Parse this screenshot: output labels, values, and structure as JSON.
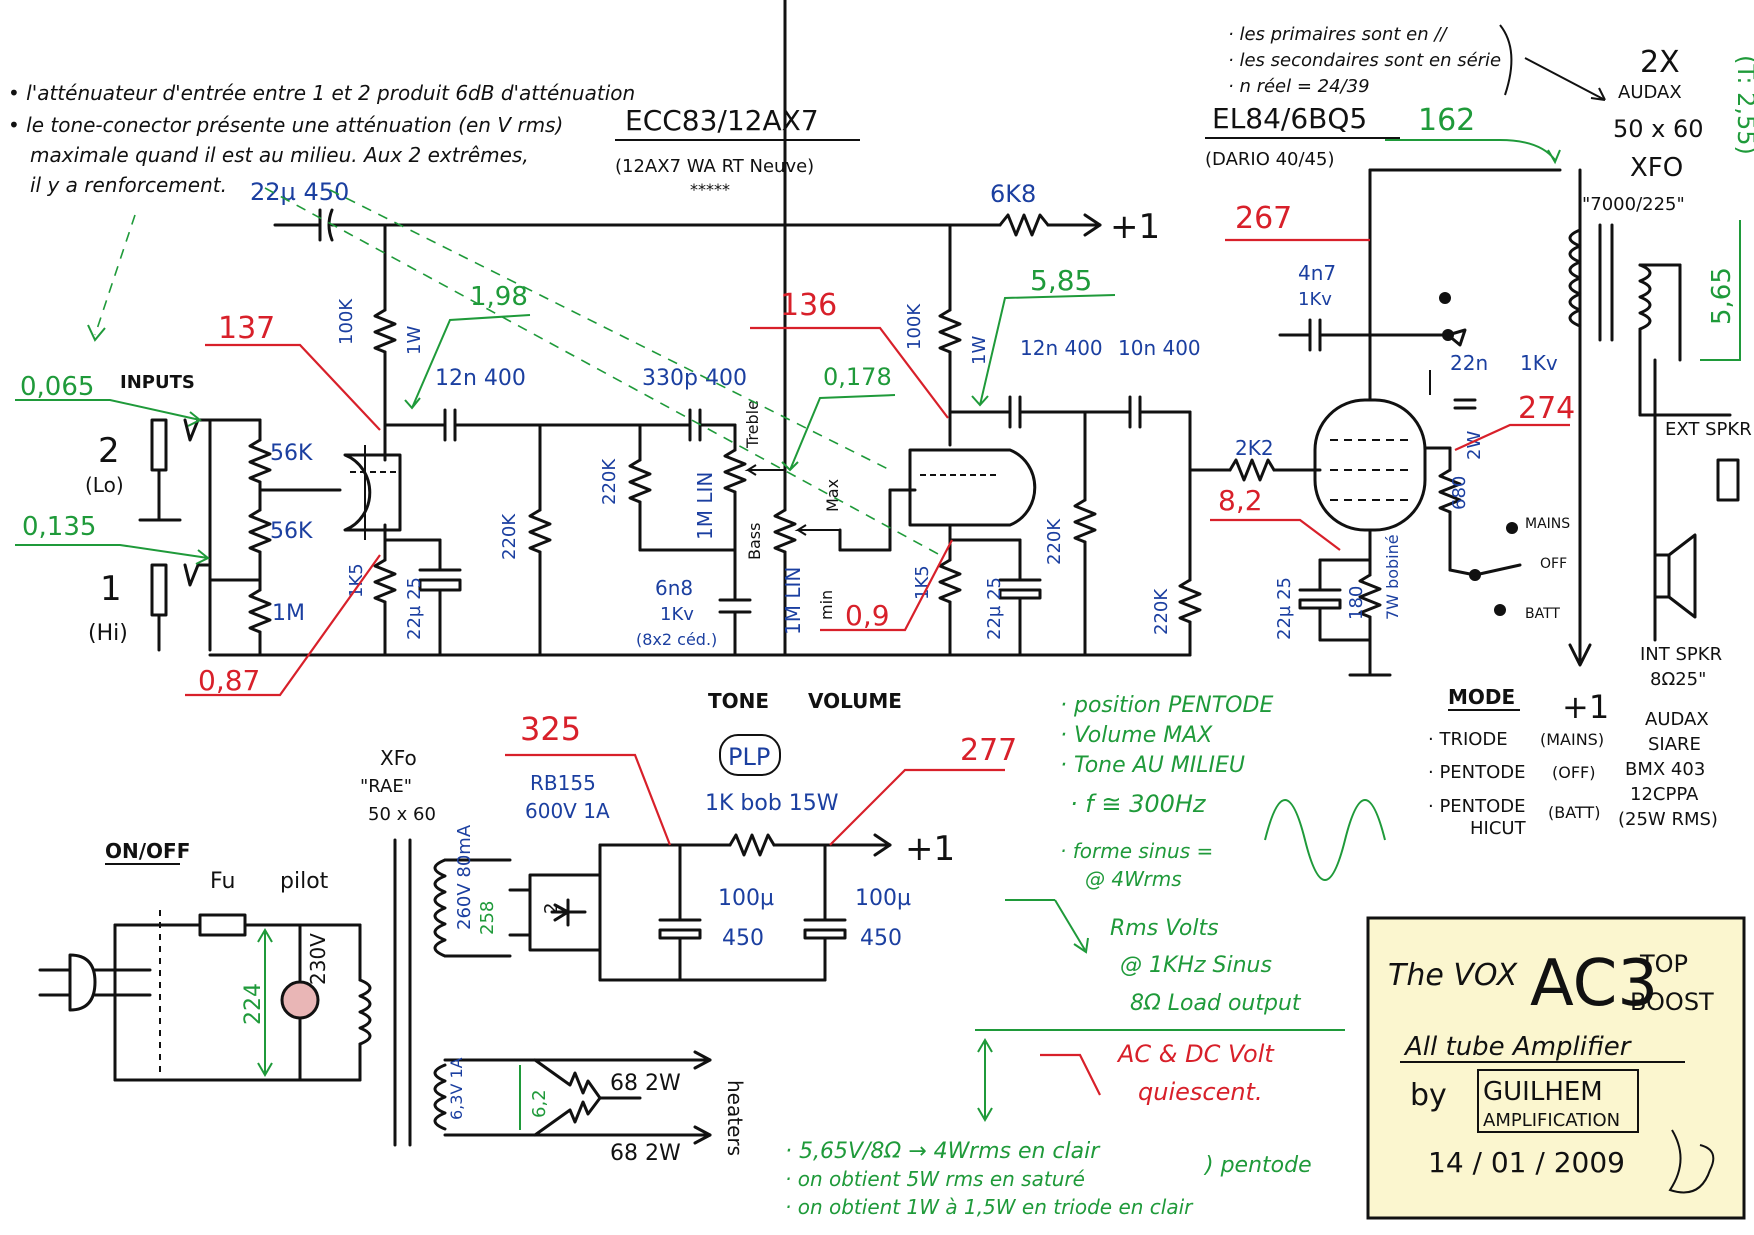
{
  "notes": {
    "atten_line1": "• l'atténuateur d'entrée entre 1 et 2 produit 6dB d'atténuation",
    "atten_line2": "• le tone-conector présente une atténuation (en V rms)",
    "atten_line3": "maximale quand il est au milieu. Aux 2 extrêmes,",
    "atten_line4": "il y a renforcement.",
    "prim_line1": "· les primaires sont en //",
    "prim_line2": "· les secondaires sont en série",
    "prim_line3": "· n réel = 24/39"
  },
  "tubes": {
    "preamp": "ECC83/12AX7",
    "preamp_sub": "(12AX7 WA RT Neuve)",
    "preamp_stars": "*****",
    "power": "EL84/6BQ5",
    "power_sub": "(DARIO 40/45)"
  },
  "transformer": {
    "count": "2X",
    "brand": "AUDAX",
    "size": "50 x 60",
    "name": "XFO",
    "ratio": "\"7000/225\"",
    "t_ratio": "(T: 2,55)"
  },
  "components": {
    "c_in": "22µ 450",
    "r_dropper": "6K8",
    "plus1": "+1",
    "r100k_a": "100K",
    "r100k_a_w": "1W",
    "c12n_a": "12n 400",
    "c330p": "330p 400",
    "r100k_b": "100K",
    "r100k_b_w": "1W",
    "c12n_b": "12n 400",
    "c10n": "10n 400",
    "c4n7": "4n7",
    "c4n7_v": "1Kv",
    "c22n": "22n",
    "c22n_v": "1Kv",
    "r56k_a": "56K",
    "r56k_b": "56K",
    "r1m": "1M",
    "r1k5_a": "1K5",
    "c22u25_a": "22µ 25",
    "r220k_a": "220K",
    "r220k_b": "220K",
    "pot_treble": "1M LIN",
    "treble": "Treble",
    "bass": "Bass",
    "c6n8": "6n8",
    "c6n8_v": "1Kv",
    "c6n8_note": "(8x2 céd.)",
    "pot_volume": "1M LIN",
    "max": "Max",
    "min": "min",
    "r1k5_b": "1K5",
    "c22u25_b": "22µ 25",
    "r220k_c": "220K",
    "r220k_d": "220K",
    "r2k2": "2K2",
    "c22u25_c": "22µ 25",
    "r180": "180",
    "r180_w": "7W bobiné",
    "r680": "680",
    "r680_w": "2W",
    "input_label": "INPUTS",
    "in2": "2",
    "in2_sub": "(Lo)",
    "in1": "1",
    "in1_sub": "(Hi)",
    "ext_spkr": "EXT SPKR",
    "int_spkr": "INT SPKR",
    "int_spkr_ohm": "8Ω25\"",
    "spkr_brand": "AUDAX",
    "spkr_model1": "SIARE",
    "spkr_model2": "BMX 403",
    "spkr_model3": "12CPPA",
    "spkr_power": "(25W RMS)",
    "mains": "MAINS",
    "off": "OFF",
    "batt": "BATT"
  },
  "tone_volume": {
    "tone": "TONE",
    "volume": "VOLUME"
  },
  "mode": {
    "title": "MODE",
    "plus1": "+1",
    "m1": "· TRIODE",
    "m1_pos": "(MAINS)",
    "m2": "· PENTODE",
    "m2_pos": "(OFF)",
    "m3": "· PENTODE",
    "m3_sub": "HICUT",
    "m3_pos": "(BATT)"
  },
  "power_supply": {
    "onoff": "ON/OFF",
    "fuse": "Fu",
    "pilot": "pilot",
    "mains_v": "224",
    "primary": "230V",
    "xfo": "XFo",
    "xfo_brand": "\"RAE\"",
    "xfo_size": "50 x 60",
    "hv_sec": "260V 80mA",
    "hv_meas": "258",
    "rect": "RB155",
    "rect_spec": "600V 1A",
    "plp": "PLP",
    "r_plp": "1K bob 15W",
    "c100u_a": "100µ",
    "c100u_a_v": "450",
    "c100u_b": "100µ",
    "c100u_b_v": "450",
    "plus1": "+1",
    "heat_sec": "6,3V 1A",
    "heat_meas": "6,2",
    "r68_a": "68 2W",
    "r68_b": "68 2W",
    "heaters": "heaters"
  },
  "measurements": {
    "green": {
      "g1_98": "1,98",
      "g0_065": "0,065",
      "g0_135": "0,135",
      "g0_178": "0,178",
      "g5_85": "5,85",
      "g162": "162",
      "g5_65": "5,65",
      "g224": "224",
      "g258": "258",
      "g6_2": "6,2"
    },
    "red": {
      "r137": "137",
      "r0_87": "0,87",
      "r136": "136",
      "r0_9": "0,9",
      "r267": "267",
      "r274": "274",
      "r8_2": "8,2",
      "r325": "325",
      "r277": "277"
    }
  },
  "test_conditions": {
    "c1": "· position PENTODE",
    "c2": "· Volume MAX",
    "c3": "· Tone AU MILIEU",
    "c4": "· f ≅ 300Hz",
    "c5": "· forme sinus =",
    "c6": "@ 4Wrms"
  },
  "legend": {
    "rms1": "Rms Volts",
    "rms2": "@ 1KHz Sinus",
    "rms3": "8Ω Load output",
    "dc1": "AC & DC Volt",
    "dc2": "quiescent."
  },
  "bottom_notes": {
    "b1": "· 5,65V/8Ω → 4Wrms en clair",
    "b1_tail": ") pentode",
    "b2": "· on obtient 5W rms en saturé",
    "b3": "· on obtient 1W à 1,5W en triode en clair"
  },
  "title_block": {
    "the_vox": "The VOX",
    "model": "AC3",
    "top": "TOP",
    "boost": "BOOST",
    "subtitle": "All tube Amplifier",
    "by": "by",
    "maker1": "GUILHEM",
    "maker2": "AMPLIFICATION",
    "date": "14 / 01 / 2009",
    "bg": "#fbf6cf"
  }
}
